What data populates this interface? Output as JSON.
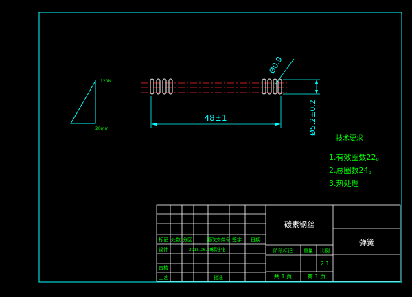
{
  "colors": {
    "background": "#000000",
    "frame": "#00ffff",
    "title_block": "#ffffff",
    "dimension": "#00ffff",
    "text": "#00ff00",
    "centerline": "#ff2a2a",
    "spring": "#ffffff"
  },
  "dimensions": {
    "wire_diameter": "Ø0.9",
    "outer_diameter": "Ø5.2±0.2",
    "length": "48±1"
  },
  "gauge": {
    "force_label": "120N",
    "length_label": "20mm"
  },
  "technical_requirements": {
    "heading": "技术要求",
    "items": [
      "1.有效圈数22。",
      "2.总圈数24。",
      "3.热处理"
    ]
  },
  "title_block": {
    "material": "碳素钢丝",
    "part_name": "弹簧",
    "header_labels": [
      "标记",
      "处数",
      "分区",
      "更改文件号",
      "签字",
      "日期"
    ],
    "designer_label": "设计",
    "date": "2015.06.18",
    "standardization_label": "标准化",
    "review_label": "审核",
    "process_label": "工艺",
    "approve_label": "批准",
    "stage_label": "阶段标记",
    "weight_label": "重量",
    "scale_label": "比例",
    "scale_value": "2:1",
    "total_sheets": "共 1 页",
    "sheet_number": "第 1 页"
  }
}
